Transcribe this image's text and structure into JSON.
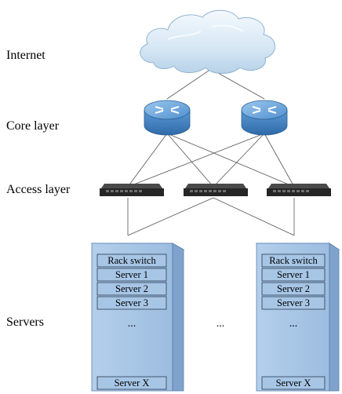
{
  "layers": {
    "internet": "Internet",
    "core": "Core layer",
    "access": "Access layer",
    "servers": "Servers"
  },
  "racks": [
    {
      "header": "Rack switch",
      "servers": [
        "Server 1",
        "Server 2",
        "Server 3"
      ],
      "ellipsis": "...",
      "last": "Server X"
    },
    {
      "header": "Rack switch",
      "servers": [
        "Server 1",
        "Server 2",
        "Server 3"
      ],
      "ellipsis": "...",
      "last": "Server X"
    }
  ],
  "between_racks": "...",
  "icons": {
    "cloud": "cloud-icon",
    "router": "router-icon",
    "switch": "network-switch-icon"
  },
  "colors": {
    "rack_fill": "#a5c3e4",
    "rack_edge": "#5a7fae",
    "router": "#5b9bd5",
    "switch": "#262626",
    "cloud": "#dcecf7"
  }
}
